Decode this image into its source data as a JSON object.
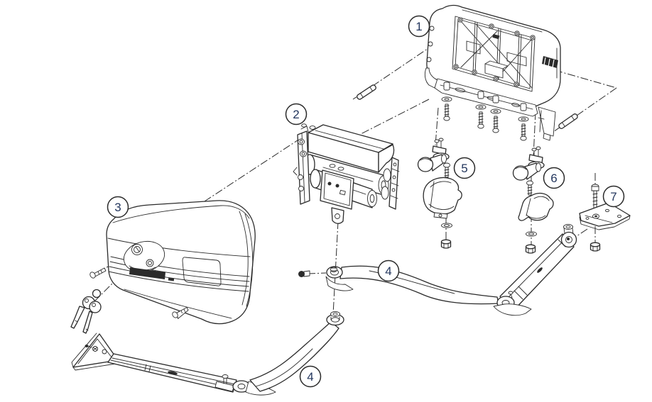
{
  "figure": {
    "kind": "exploded-parts-diagram",
    "background_color": "#ffffff",
    "line_color": "#2b2b2b",
    "callout_text_color": "#24375e",
    "callout_count": 7
  },
  "callouts": [
    {
      "id": "callout-1",
      "label": "1"
    },
    {
      "id": "callout-2",
      "label": "2"
    },
    {
      "id": "callout-3",
      "label": "3"
    },
    {
      "id": "callout-4-upper-arm",
      "label": "4"
    },
    {
      "id": "callout-4-lower-arm",
      "label": "4"
    },
    {
      "id": "callout-5",
      "label": "5"
    },
    {
      "id": "callout-6",
      "label": "6"
    },
    {
      "id": "callout-7",
      "label": "7"
    }
  ]
}
